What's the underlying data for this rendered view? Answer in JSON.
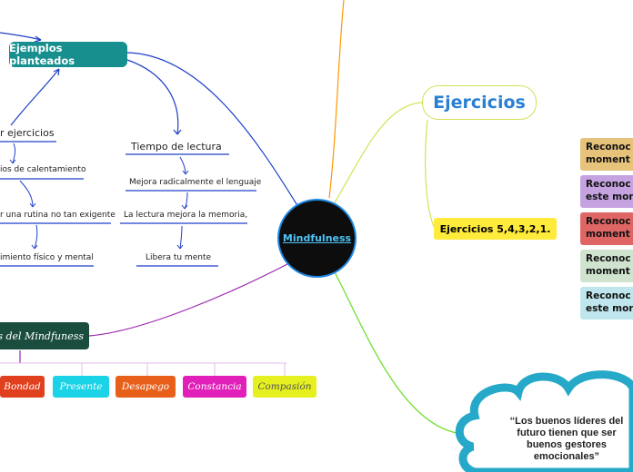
{
  "center": {
    "label": "Mindfulness"
  },
  "ejemplos": {
    "title": "Ejemplos planteados",
    "left_branch": {
      "label": "r ejercicios",
      "items": [
        "ios de calentamiento",
        "r una rutina no tan exigente",
        "imiento físico y mental"
      ]
    },
    "right_branch": {
      "label": "Tiempo de lectura",
      "items": [
        "Mejora radicalmente el lenguaje",
        "La lectura mejora la memoria,",
        "Libera tu mente"
      ]
    }
  },
  "ejercicios": {
    "title": "Ejercicios",
    "sub": "Ejercicios 5,4,3,2,1.",
    "items": [
      {
        "line1": "Reconoc",
        "line2": "moment",
        "color": "#e6c27a"
      },
      {
        "line1": "Reconoc",
        "line2": "este mon",
        "color": "#c5a3e0"
      },
      {
        "line1": "Reconoc",
        "line2": "moment",
        "color": "#e06666"
      },
      {
        "line1": "Reconoc",
        "line2": "moment",
        "color": "#cfe3cf"
      },
      {
        "line1": "Reconoc",
        "line2": "este mon",
        "color": "#bfe6ec"
      }
    ]
  },
  "mindfulness_branch": {
    "label": "s del Mindfuness",
    "values": [
      {
        "label": "Bondad",
        "bg": "#e0401e",
        "fg": "#ffffff"
      },
      {
        "label": "Presente",
        "bg": "#1ad3e6",
        "fg": "#ffffff"
      },
      {
        "label": "Desapego",
        "bg": "#e85f1a",
        "fg": "#ffffff"
      },
      {
        "label": "Constancia",
        "bg": "#e020b8",
        "fg": "#ffffff"
      },
      {
        "label": "Compasión",
        "bg": "#e6f01f",
        "fg": "#555555"
      }
    ]
  },
  "quote": {
    "lines": [
      "“Los buenos líderes del",
      "futuro tienen que ser",
      "buenos gestores",
      "emocionales”"
    ]
  }
}
